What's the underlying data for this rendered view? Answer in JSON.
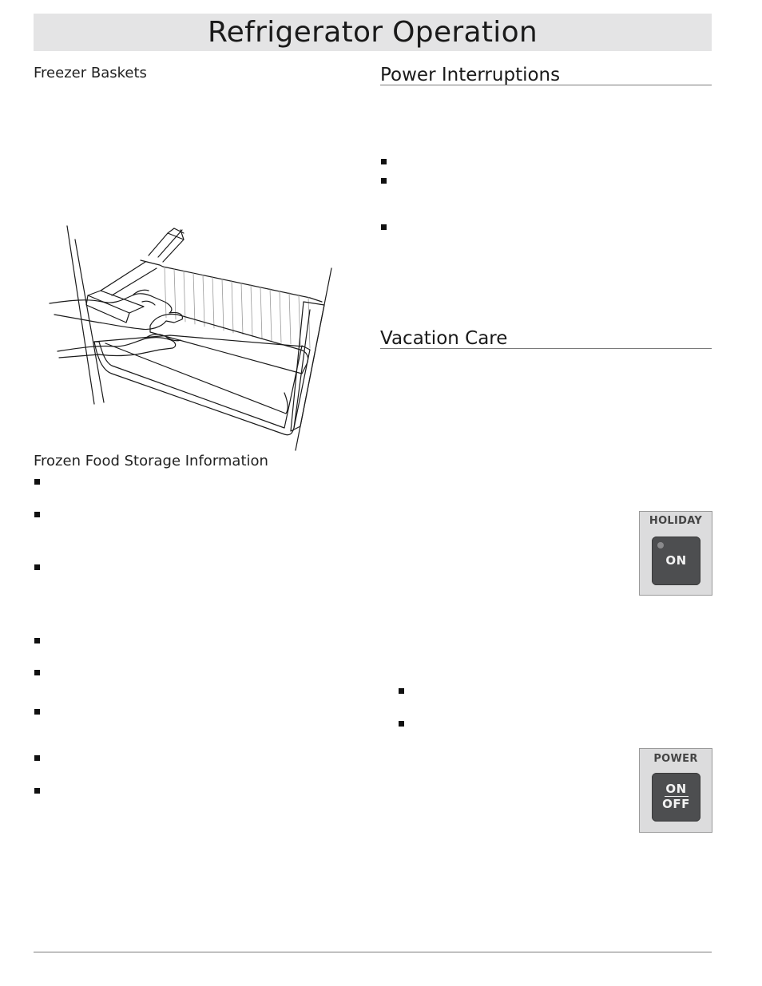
{
  "page": {
    "title": "Refrigerator Operation"
  },
  "left_column": {
    "freezer_baskets_heading": "Freezer Baskets",
    "illustration_icon": "hand-pulling-freezer-basket-illustration",
    "frozen_food_heading": "Frozen Food Storage Information"
  },
  "right_column": {
    "power_interruptions_heading": "Power Interruptions",
    "vacation_care_heading": "Vacation Care"
  },
  "holiday_panel": {
    "label": "HOLIDAY",
    "button_label": "ON",
    "indicator_icon": "led-indicator-icon"
  },
  "power_panel": {
    "label": "POWER",
    "button_top": "ON",
    "button_bottom": "OFF"
  },
  "colors": {
    "title_bar": "#e4e4e5",
    "panel_bg": "#dcdcdd",
    "button_bg": "#4d4e50",
    "rule": "#7a7a7a"
  }
}
